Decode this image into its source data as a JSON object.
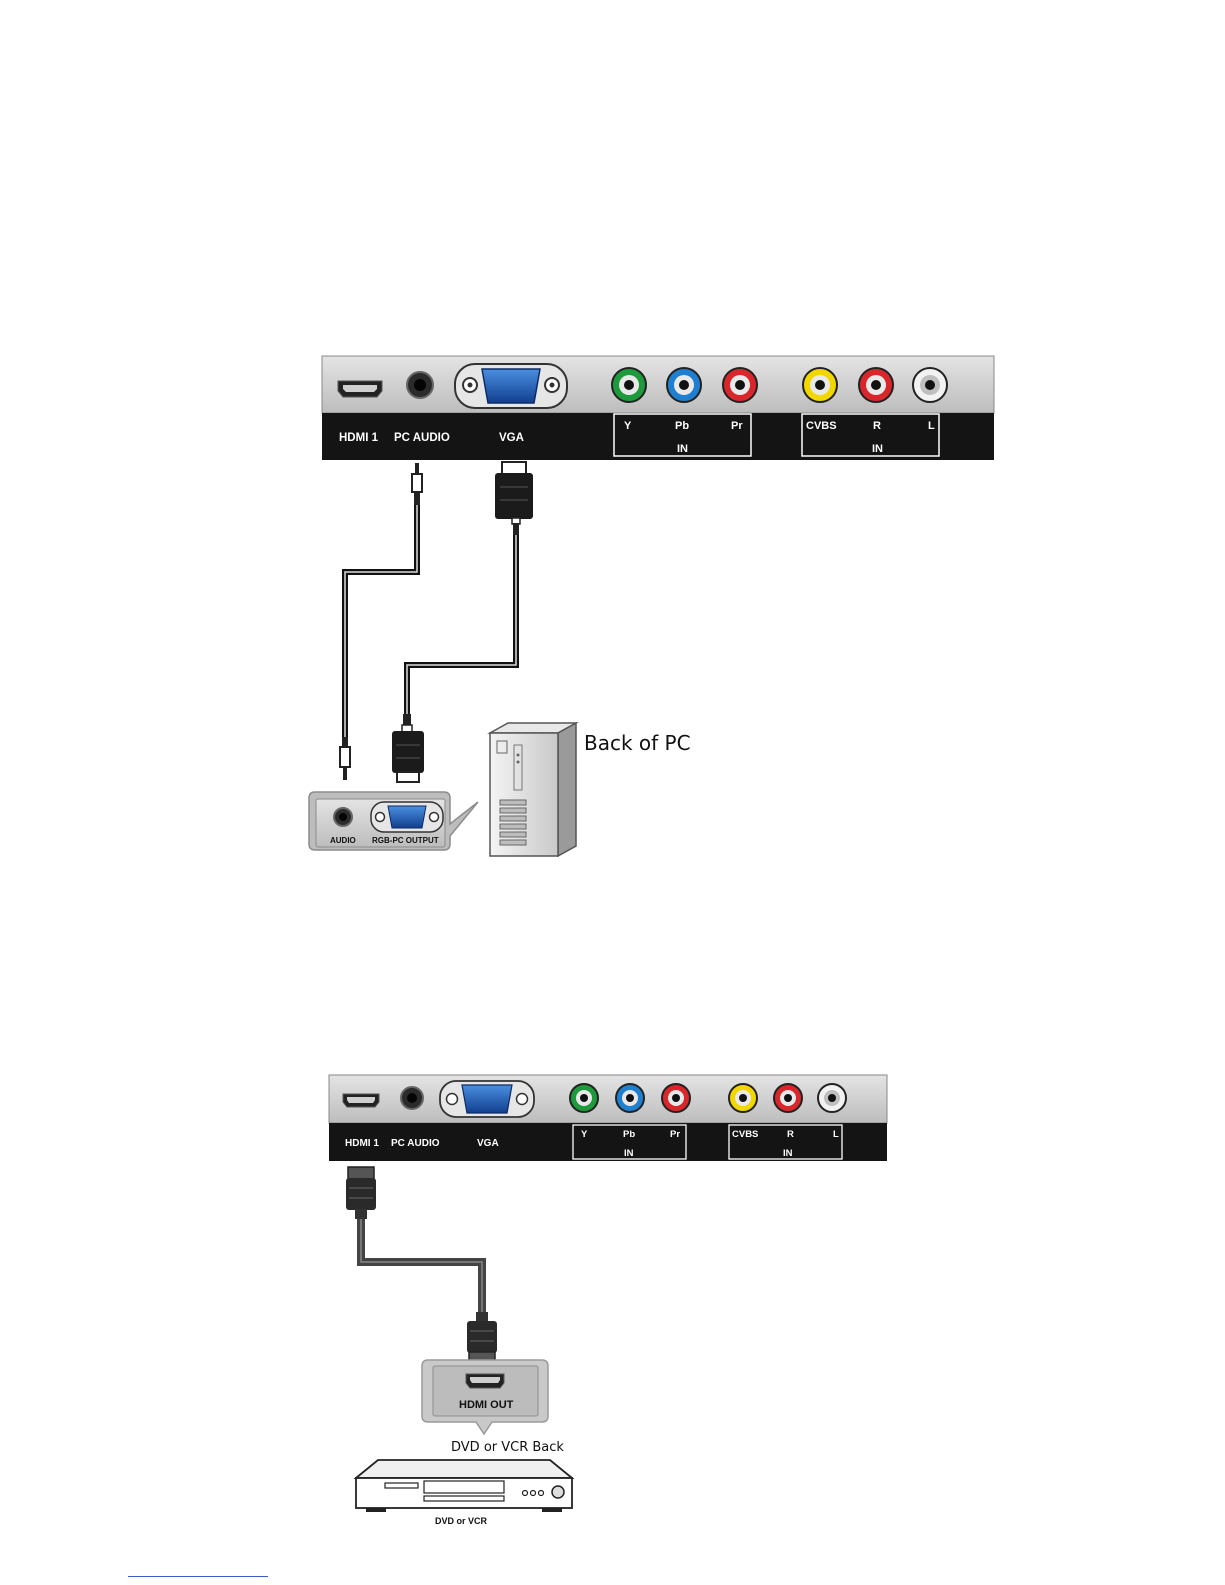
{
  "diagram1": {
    "panel_labels": {
      "hdmi": "HDMI 1",
      "pc_audio": "PC AUDIO",
      "vga": "VGA"
    },
    "component_group": {
      "y": "Y",
      "pb": "Pb",
      "pr": "Pr",
      "in": "IN"
    },
    "composite_group": {
      "cvbs": "CVBS",
      "r": "R",
      "l": "L",
      "in": "IN"
    },
    "pc_panel": {
      "audio": "AUDIO",
      "rgb": "RGB-PC OUTPUT"
    },
    "caption": "Back of PC"
  },
  "diagram2": {
    "panel_labels": {
      "hdmi": "HDMI 1",
      "pc_audio": "PC AUDIO",
      "vga": "VGA"
    },
    "component_group": {
      "y": "Y",
      "pb": "Pb",
      "pr": "Pr",
      "in": "IN"
    },
    "composite_group": {
      "cvbs": "CVBS",
      "r": "R",
      "l": "L",
      "in": "IN"
    },
    "hdmi_out": "HDMI OUT",
    "caption": "DVD or VCR Back",
    "device_label": "DVD or VCR"
  },
  "colors": {
    "panel_gray": "#c8c8c8",
    "label_bar": "#141414",
    "vga_blue": "#1f5fbf",
    "rca_green": "#1d9a3c",
    "rca_blue": "#1f7fd0",
    "rca_red": "#d8262b",
    "rca_yellow": "#f2d600",
    "rca_white": "#f2f2f2"
  }
}
